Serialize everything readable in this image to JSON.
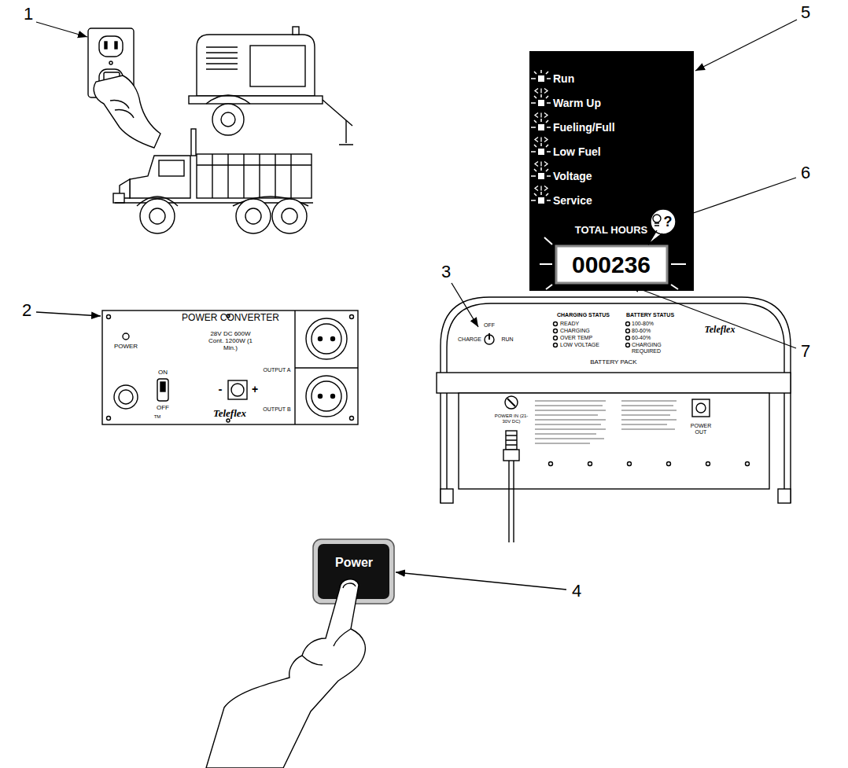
{
  "diagram": {
    "nodes": [
      {
        "text": [
          "POWER CONVERTER",
          "POWER",
          "28V DC 600W Cont. 1200W (1 Min.)",
          "ON",
          "OFF",
          "-",
          "+",
          "OUTPUT A",
          "OUTPUT B",
          "TM",
          "Teleflex"
        ]
      },
      {
        "text": [
          "Run",
          "Warm Up",
          "Fueling/Full",
          "Low Fuel",
          "Voltage",
          "Service",
          "TOTAL HOURS"
        ]
      },
      {
        "text": [
          "000236"
        ],
        "in": 1
      },
      {
        "text": [
          "OFF",
          "CHARGE",
          "RUN",
          "CHARGING STATUS",
          "READY",
          "CHARGING",
          "OVER TEMP",
          "LOW VOLTAGE",
          "BATTERY STATUS",
          "100-80%",
          "80-60%",
          "60-40%",
          "CHARGING REQUIRED",
          "Teleflex",
          "BATTERY PACK",
          "POWER IN (21-30V DC)",
          "POWER OUT"
        ]
      },
      {
        "text": [
          "Power"
        ]
      }
    ],
    "labels": [
      "1",
      "2",
      "3",
      "4",
      "5",
      "6",
      "7",
      "?"
    ]
  }
}
